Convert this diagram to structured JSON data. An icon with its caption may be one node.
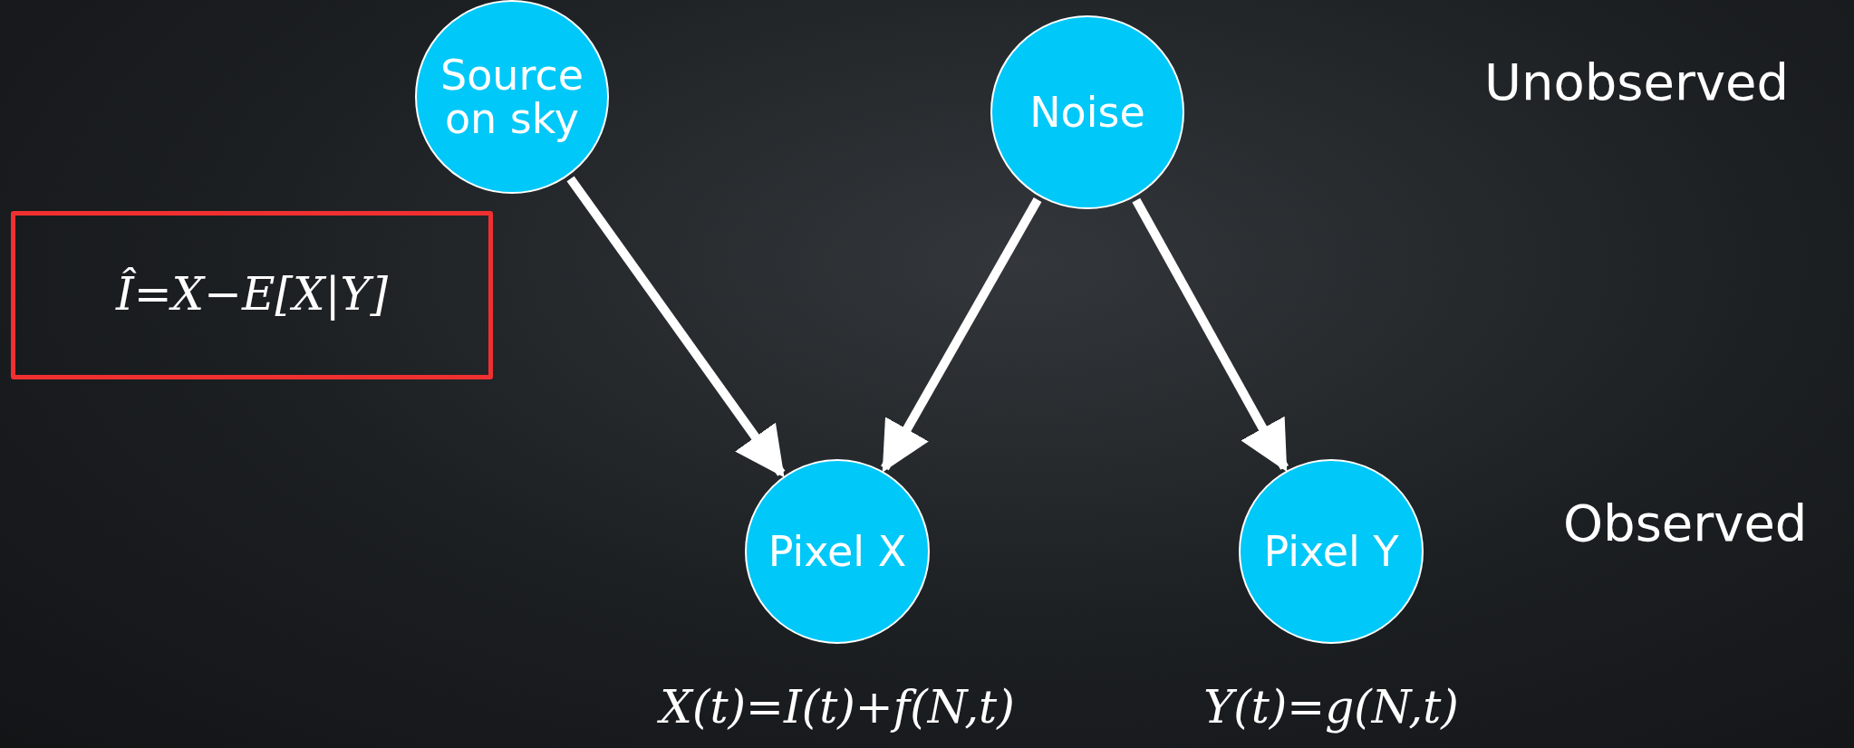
{
  "diagram": {
    "nodes": [
      {
        "text": [
          "Source on sky"
        ]
      },
      {
        "text": [
          "Noise"
        ]
      },
      {
        "text": [
          "Î=X−E[X|Y]"
        ]
      },
      {
        "text": [
          "Pixel X"
        ],
        "beside": [
          "X(t)=I(t)+f(N,t)"
        ]
      },
      {
        "text": [
          "Pixel Y"
        ],
        "beside": [
          "Y(t)=g(N,t)"
        ]
      }
    ],
    "edges": [
      {
        "from": 0,
        "to": 3,
        "arrow": "to"
      },
      {
        "from": 1,
        "to": 3,
        "arrow": "to"
      },
      {
        "from": 1,
        "to": 4,
        "arrow": "to"
      }
    ],
    "labels": [
      "Unobserved",
      "Observed"
    ]
  }
}
